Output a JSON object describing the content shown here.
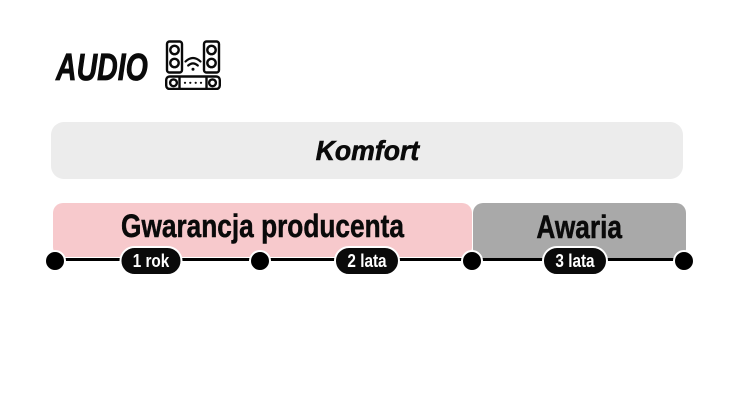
{
  "header": {
    "title": "AUDIO",
    "icon": "speaker-system-icon"
  },
  "comfort_bar": {
    "label": "Komfort",
    "bg_color": "#ececec"
  },
  "segments": [
    {
      "label": "Gwarancja producenta",
      "bg_color": "#f7c9cc",
      "covers_years": "0-2"
    },
    {
      "label": "Awaria",
      "bg_color": "#a9a9a9",
      "covers_years": "2-3"
    }
  ],
  "timeline": {
    "dot_count": 4,
    "line_color": "#000000",
    "marker_bg_color": "#0a0a0a",
    "marker_text_color": "#ffffff",
    "markers": [
      {
        "label": "1 rok"
      },
      {
        "label": "2 lata"
      },
      {
        "label": "3 lata"
      }
    ]
  }
}
